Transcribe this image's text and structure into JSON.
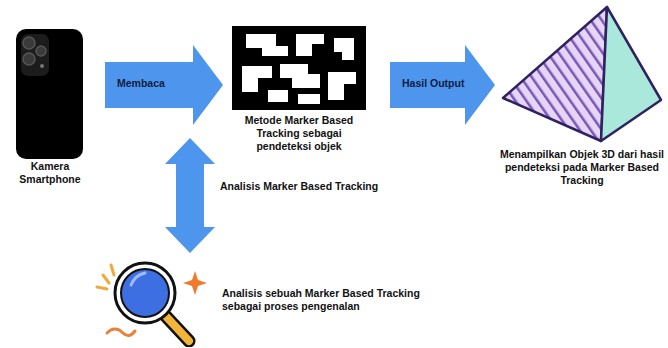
{
  "diagram": {
    "nodes": [
      {
        "text": [
          "Kamera Smartphone"
        ]
      },
      {
        "text": [
          "Metode Marker Based Tracking sebagai pendeteksi objek"
        ]
      },
      {
        "text": [
          "Menampilkan Objek 3D dari hasil pendeteksi pada Marker Based Tracking"
        ]
      },
      {
        "text": [
          "Analisis sebuah Marker Based Tracking sebagai proses pengenalan"
        ]
      }
    ],
    "edges": [
      {
        "from": 0,
        "to": 1,
        "label": "Membaca",
        "arrow": "to"
      },
      {
        "from": 1,
        "to": 2,
        "label": "Hasil Output",
        "arrow": "to"
      },
      {
        "from": 1,
        "to": 3,
        "label": "Analisis Marker Based Tracking",
        "arrow": "both"
      }
    ]
  }
}
